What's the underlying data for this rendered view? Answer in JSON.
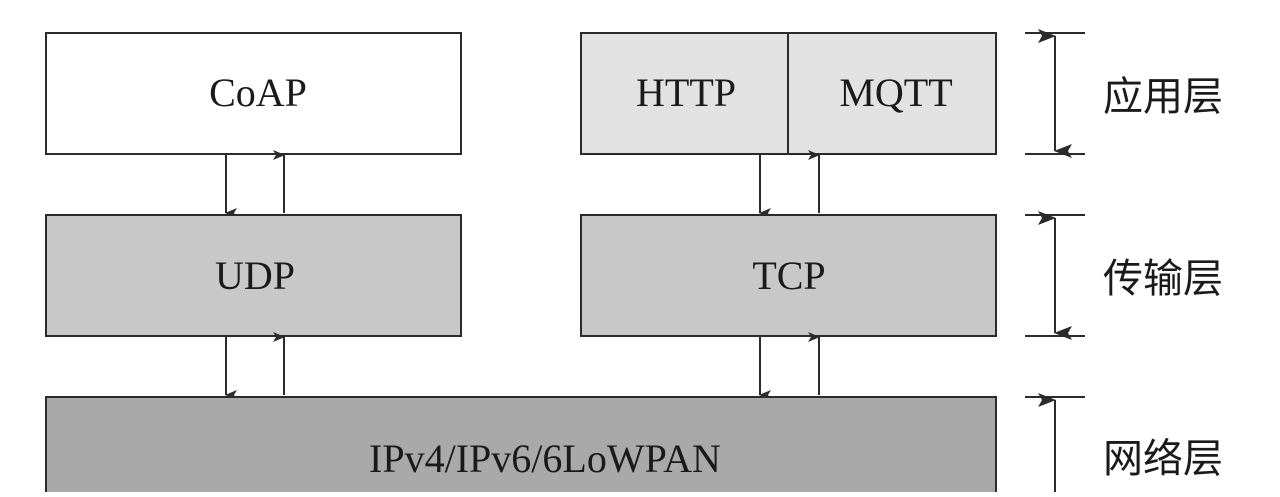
{
  "diagram": {
    "boxes": {
      "coap": "CoAP",
      "http": "HTTP",
      "mqtt": "MQTT",
      "udp": "UDP",
      "tcp": "TCP",
      "network": "IPv4/IPv6/6LoWPAN"
    },
    "layers": {
      "application": "应用层",
      "transport": "传输层",
      "network": "网络层"
    },
    "colors": {
      "application_left": "#ffffff",
      "application_right": "#e2e2e2",
      "transport": "#c8c8c8",
      "network": "#a9a9a9",
      "stroke": "#2b2b2b"
    }
  }
}
